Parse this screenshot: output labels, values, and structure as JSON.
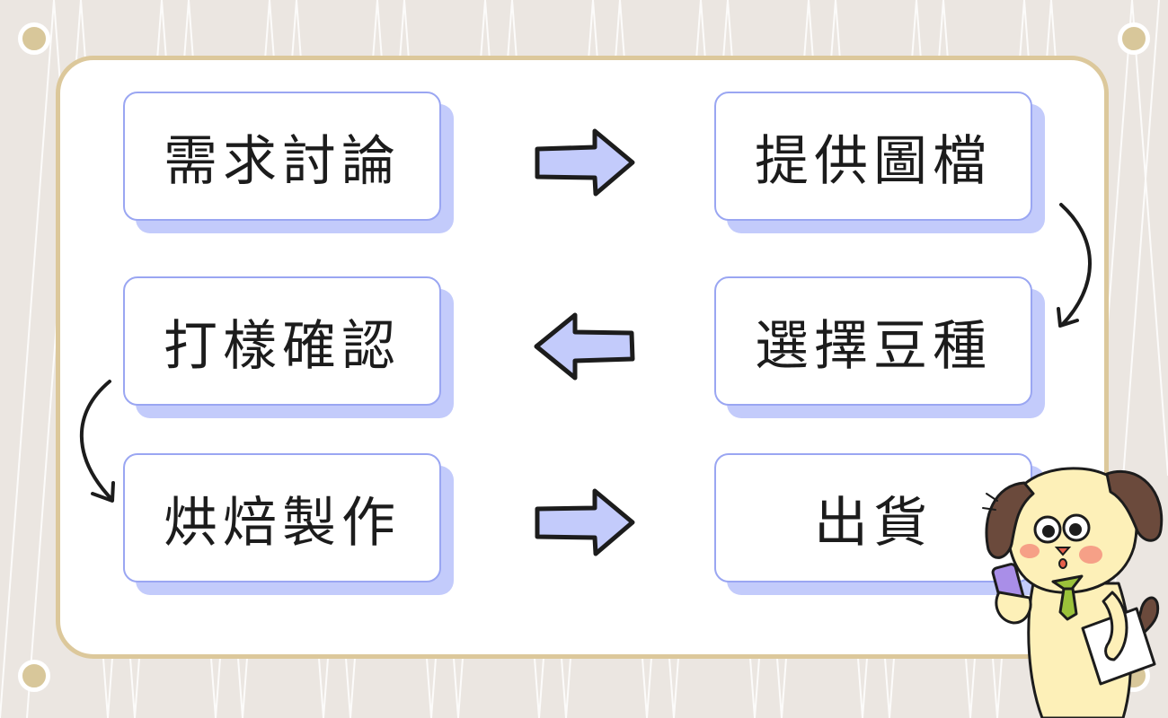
{
  "steps": [
    {
      "id": "discussion",
      "label": "需求討論"
    },
    {
      "id": "files",
      "label": "提供圖檔"
    },
    {
      "id": "beans",
      "label": "選擇豆種"
    },
    {
      "id": "sample",
      "label": "打樣確認"
    },
    {
      "id": "baking",
      "label": "烘焙製作"
    },
    {
      "id": "shipping",
      "label": "出貨"
    }
  ],
  "colors": {
    "background": "#ebe6e1",
    "board_border": "#dcc89b",
    "box_border": "#9aa6f2",
    "box_shadow": "#c3cbfb",
    "arrow_fill": "#c3cbfb",
    "pin": "#d8c79a"
  }
}
